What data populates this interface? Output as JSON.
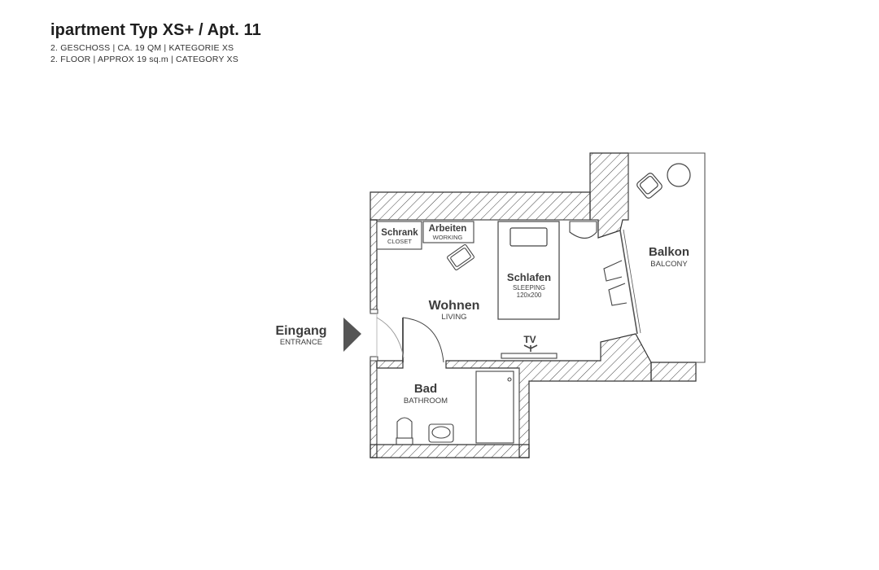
{
  "header": {
    "title": "ipartment Typ XS+ / Apt. 11",
    "line_de": "2. GESCHOSS | CA. 19 QM | KATEGORIE XS",
    "line_en": "2. FLOOR | APPROX 19 sq.m | CATEGORY XS"
  },
  "rooms": {
    "closet": {
      "de": "Schrank",
      "en": "CLOSET"
    },
    "working": {
      "de": "Arbeiten",
      "en": "WORKING"
    },
    "sleeping": {
      "de": "Schlafen",
      "en": "SLEEPING",
      "size": "120x200"
    },
    "living": {
      "de": "Wohnen",
      "en": "LIVING"
    },
    "balcony": {
      "de": "Balkon",
      "en": "BALCONY"
    },
    "entrance": {
      "de": "Eingang",
      "en": "ENTRANCE"
    },
    "bathroom": {
      "de": "Bad",
      "en": "BATHROOM"
    },
    "tv": {
      "label": "TV"
    }
  },
  "colors": {
    "wall": "#333333",
    "line": "#555555",
    "arrow": "#555555"
  }
}
